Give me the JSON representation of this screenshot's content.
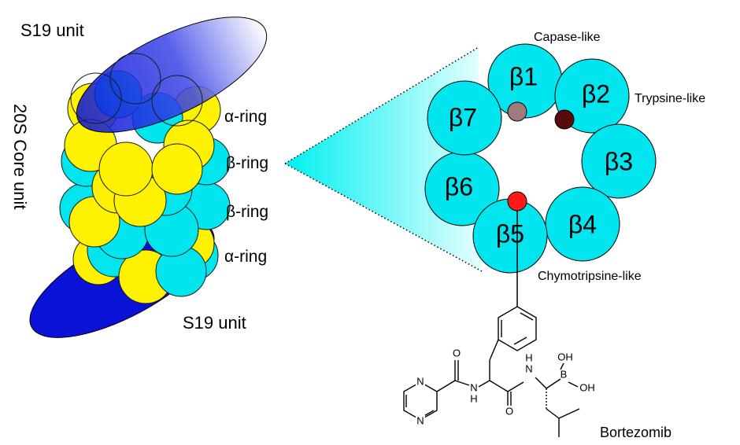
{
  "labels": {
    "s19_top": "S19 unit",
    "s19_bottom": "S19 unit",
    "core_unit": "20S Core unit",
    "alpha_ring_top": "α-ring",
    "beta_ring_top": "β-ring",
    "beta_ring_bottom": "β-ring",
    "alpha_ring_bottom": "α-ring",
    "caspase_like": "Capase-like",
    "trypsin_like": "Trypsine-like",
    "chymotrypsin_like": "Chymotripsine-like",
    "bortezomib": "Bortezomib"
  },
  "subunits": [
    "β1",
    "β2",
    "β3",
    "β4",
    "β5",
    "β6",
    "β7"
  ],
  "atoms": {
    "oh_top": "OH",
    "boron": "B",
    "oh_right": "OH",
    "nh_right": "H",
    "n_right": "N",
    "nh_left": "H",
    "n_left": "N",
    "o_top": "O",
    "o_bottom": "O",
    "pyrazine_n_top": "N",
    "pyrazine_n_bottom": "N"
  },
  "colors": {
    "cyan": "#00E5EE",
    "yellow": "#FFF200",
    "s19_blue": "#0A12D8",
    "active_red": "#FF1A1A",
    "active_darkred": "#5A0A0A",
    "active_brown": "#A07B7B"
  }
}
